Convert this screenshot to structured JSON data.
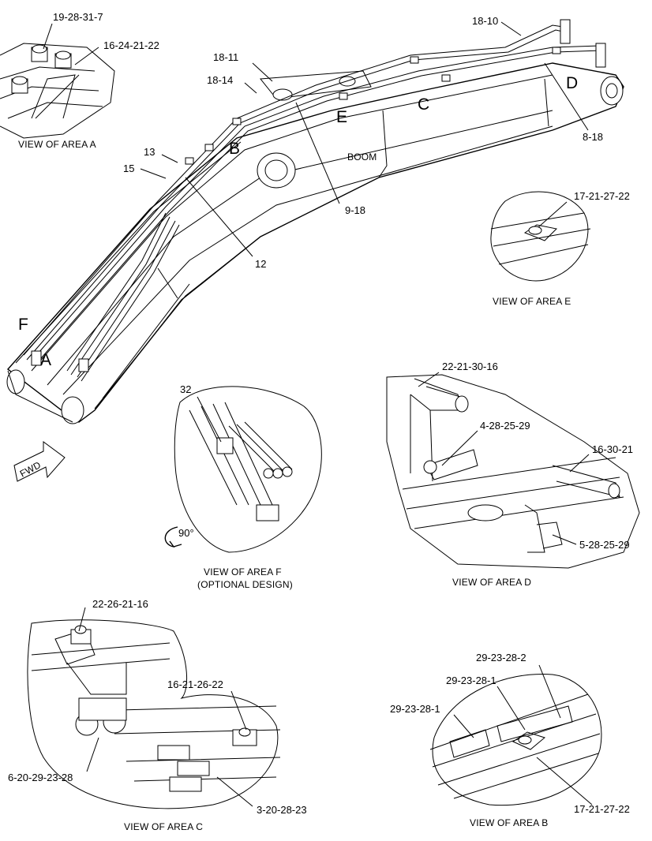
{
  "callouts": {
    "a_top": "19-28-31-7",
    "a_clamp": "16-24-21-22",
    "p18_10": "18-10",
    "p18_11": "18-11",
    "p18_14": "18-14",
    "p8_18": "8-18",
    "p13": "13",
    "p15": "15",
    "p9_18": "9-18",
    "p12": "12",
    "e_clamp": "17-21-27-22",
    "f_32": "32",
    "d_top": "22-21-30-16",
    "d_mid": "4-28-25-29",
    "d_right": "16-30-21",
    "d_bot": "5-28-25-29",
    "c_top": "22-26-21-16",
    "c_mid": "16-21-26-22",
    "c_left": "6-20-29-23-28",
    "c_bot": "3-20-28-23",
    "b_top": "29-23-28-2",
    "b_mid": "29-23-28-1",
    "b_left": "29-23-28-1",
    "b_bot": "17-21-27-22"
  },
  "area_letters": {
    "a": "A",
    "b": "B",
    "c": "C",
    "d": "D",
    "e": "E",
    "f": "F"
  },
  "captions": {
    "view_a": "VIEW OF AREA A",
    "view_e": "VIEW OF AREA E",
    "view_f": "VIEW OF AREA F",
    "view_f_sub": "(OPTIONAL DESIGN)",
    "view_d": "VIEW OF AREA D",
    "view_c": "VIEW OF AREA C",
    "view_b": "VIEW OF AREA B",
    "boom": "BOOM",
    "fwd": "FWD",
    "rotation": "90°"
  },
  "icons": {
    "fwd_arrow": "arrow-right-icon",
    "rotate_arrow": "rotate-arrow-icon"
  }
}
